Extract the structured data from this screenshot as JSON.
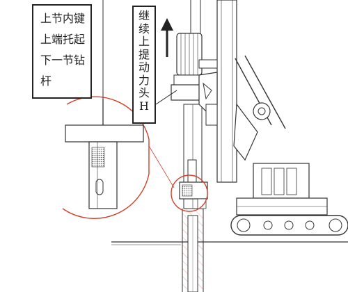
{
  "left_callout": {
    "lines": [
      "上节内键",
      "上端托起",
      "下一节钻",
      "杆"
    ]
  },
  "right_callout": {
    "text": "继续上提动力头H"
  },
  "colors": {
    "line": "#333333",
    "magnifier": "#d0402a",
    "ground_hatch": "#c0392b",
    "dot_fill": "#555555"
  }
}
